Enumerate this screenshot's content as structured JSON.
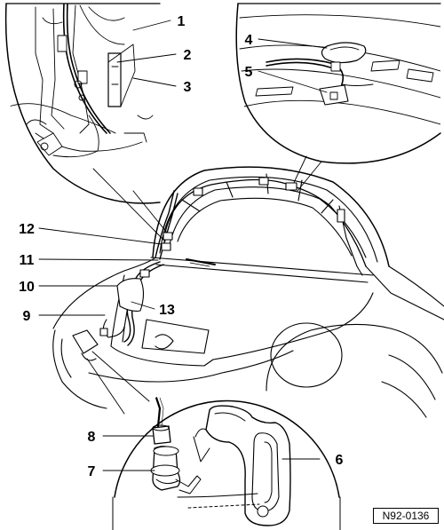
{
  "callouts": {
    "c1": "1",
    "c2": "2",
    "c3": "3",
    "c4": "4",
    "c5": "5",
    "c6": "6",
    "c7": "7",
    "c8": "8",
    "c9": "9",
    "c10": "10",
    "c11": "11",
    "c12": "12",
    "c13": "13"
  },
  "figure_ref": "N92-0136",
  "colors": {
    "ink": "#000000",
    "paper": "#ffffff",
    "fill": "#f0f0f0"
  }
}
